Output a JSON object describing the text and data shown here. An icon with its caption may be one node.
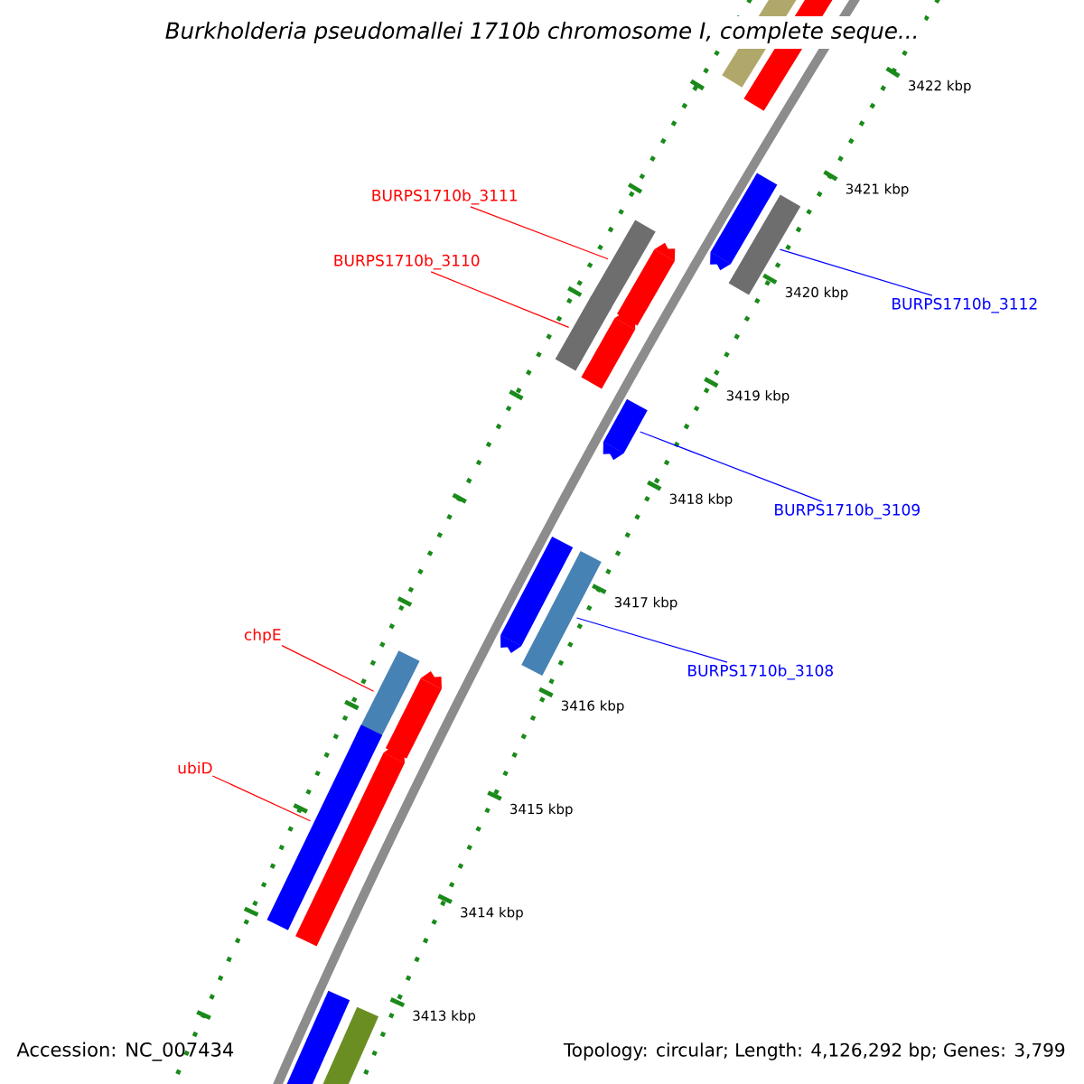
{
  "diagram": {
    "title": "Burkholderia pseudomallei 1710b chromosome I, complete seque...",
    "nodes": [
      {
        "text": [],
        "shape": "bar"
      },
      {
        "text": [],
        "shape": "bar"
      },
      {
        "text": [
          "BURPS1710b_3111"
        ]
      },
      {
        "text": [],
        "shape": "bar"
      },
      {
        "text": [],
        "shape": "bar"
      },
      {
        "text": [],
        "shape": "bar"
      },
      {
        "text": [],
        "shape": "bar"
      },
      {
        "text": [
          "BURPS1710b_3110"
        ]
      },
      {
        "text": [],
        "shape": "bar"
      },
      {
        "text": [],
        "shape": "bar"
      },
      {
        "text": [
          "BURPS1710b_3112"
        ]
      },
      {
        "text": [],
        "shape": "bar"
      },
      {
        "text": [
          "BURPS1710b_3109"
        ]
      },
      {
        "text": [],
        "shape": "bar"
      },
      {
        "text": [],
        "shape": "bar"
      },
      {
        "text": [
          "chpE"
        ]
      },
      {
        "text": [
          "BURPS1710b_3108"
        ]
      },
      {
        "text": [],
        "shape": "bar"
      },
      {
        "text": [],
        "shape": "bar"
      },
      {
        "text": [
          "ubiD"
        ]
      },
      {
        "text": [],
        "shape": "bar"
      },
      {
        "text": [],
        "shape": "bar"
      },
      {
        "text": [],
        "shape": "bar"
      },
      {
        "text": [],
        "shape": "bar"
      }
    ],
    "edges": [
      {
        "from": 2,
        "to": 5,
        "arrow": "none"
      },
      {
        "from": 7,
        "to": 8,
        "arrow": "none"
      },
      {
        "from": 10,
        "to": 4,
        "arrow": "none",
        "color": "#0000ff"
      },
      {
        "from": 12,
        "to": 11,
        "arrow": "none",
        "color": "#0000ff"
      },
      {
        "from": 16,
        "to": 14,
        "arrow": "none",
        "color": "#0000ff"
      },
      {
        "from": 15,
        "to": 17,
        "arrow": "none"
      },
      {
        "from": 19,
        "to": 20,
        "arrow": "none"
      }
    ],
    "labels": [
      "3422 kbp",
      "3421 kbp",
      "3420 kbp",
      "3419 kbp",
      "3418 kbp",
      "3417 kbp",
      "3416 kbp",
      "3415 kbp",
      "3414 kbp",
      "3413 kbp",
      "Accession: NC_007434",
      "Topology: circular; Length: 4,126,292 bp; Genes: 3,799"
    ]
  }
}
